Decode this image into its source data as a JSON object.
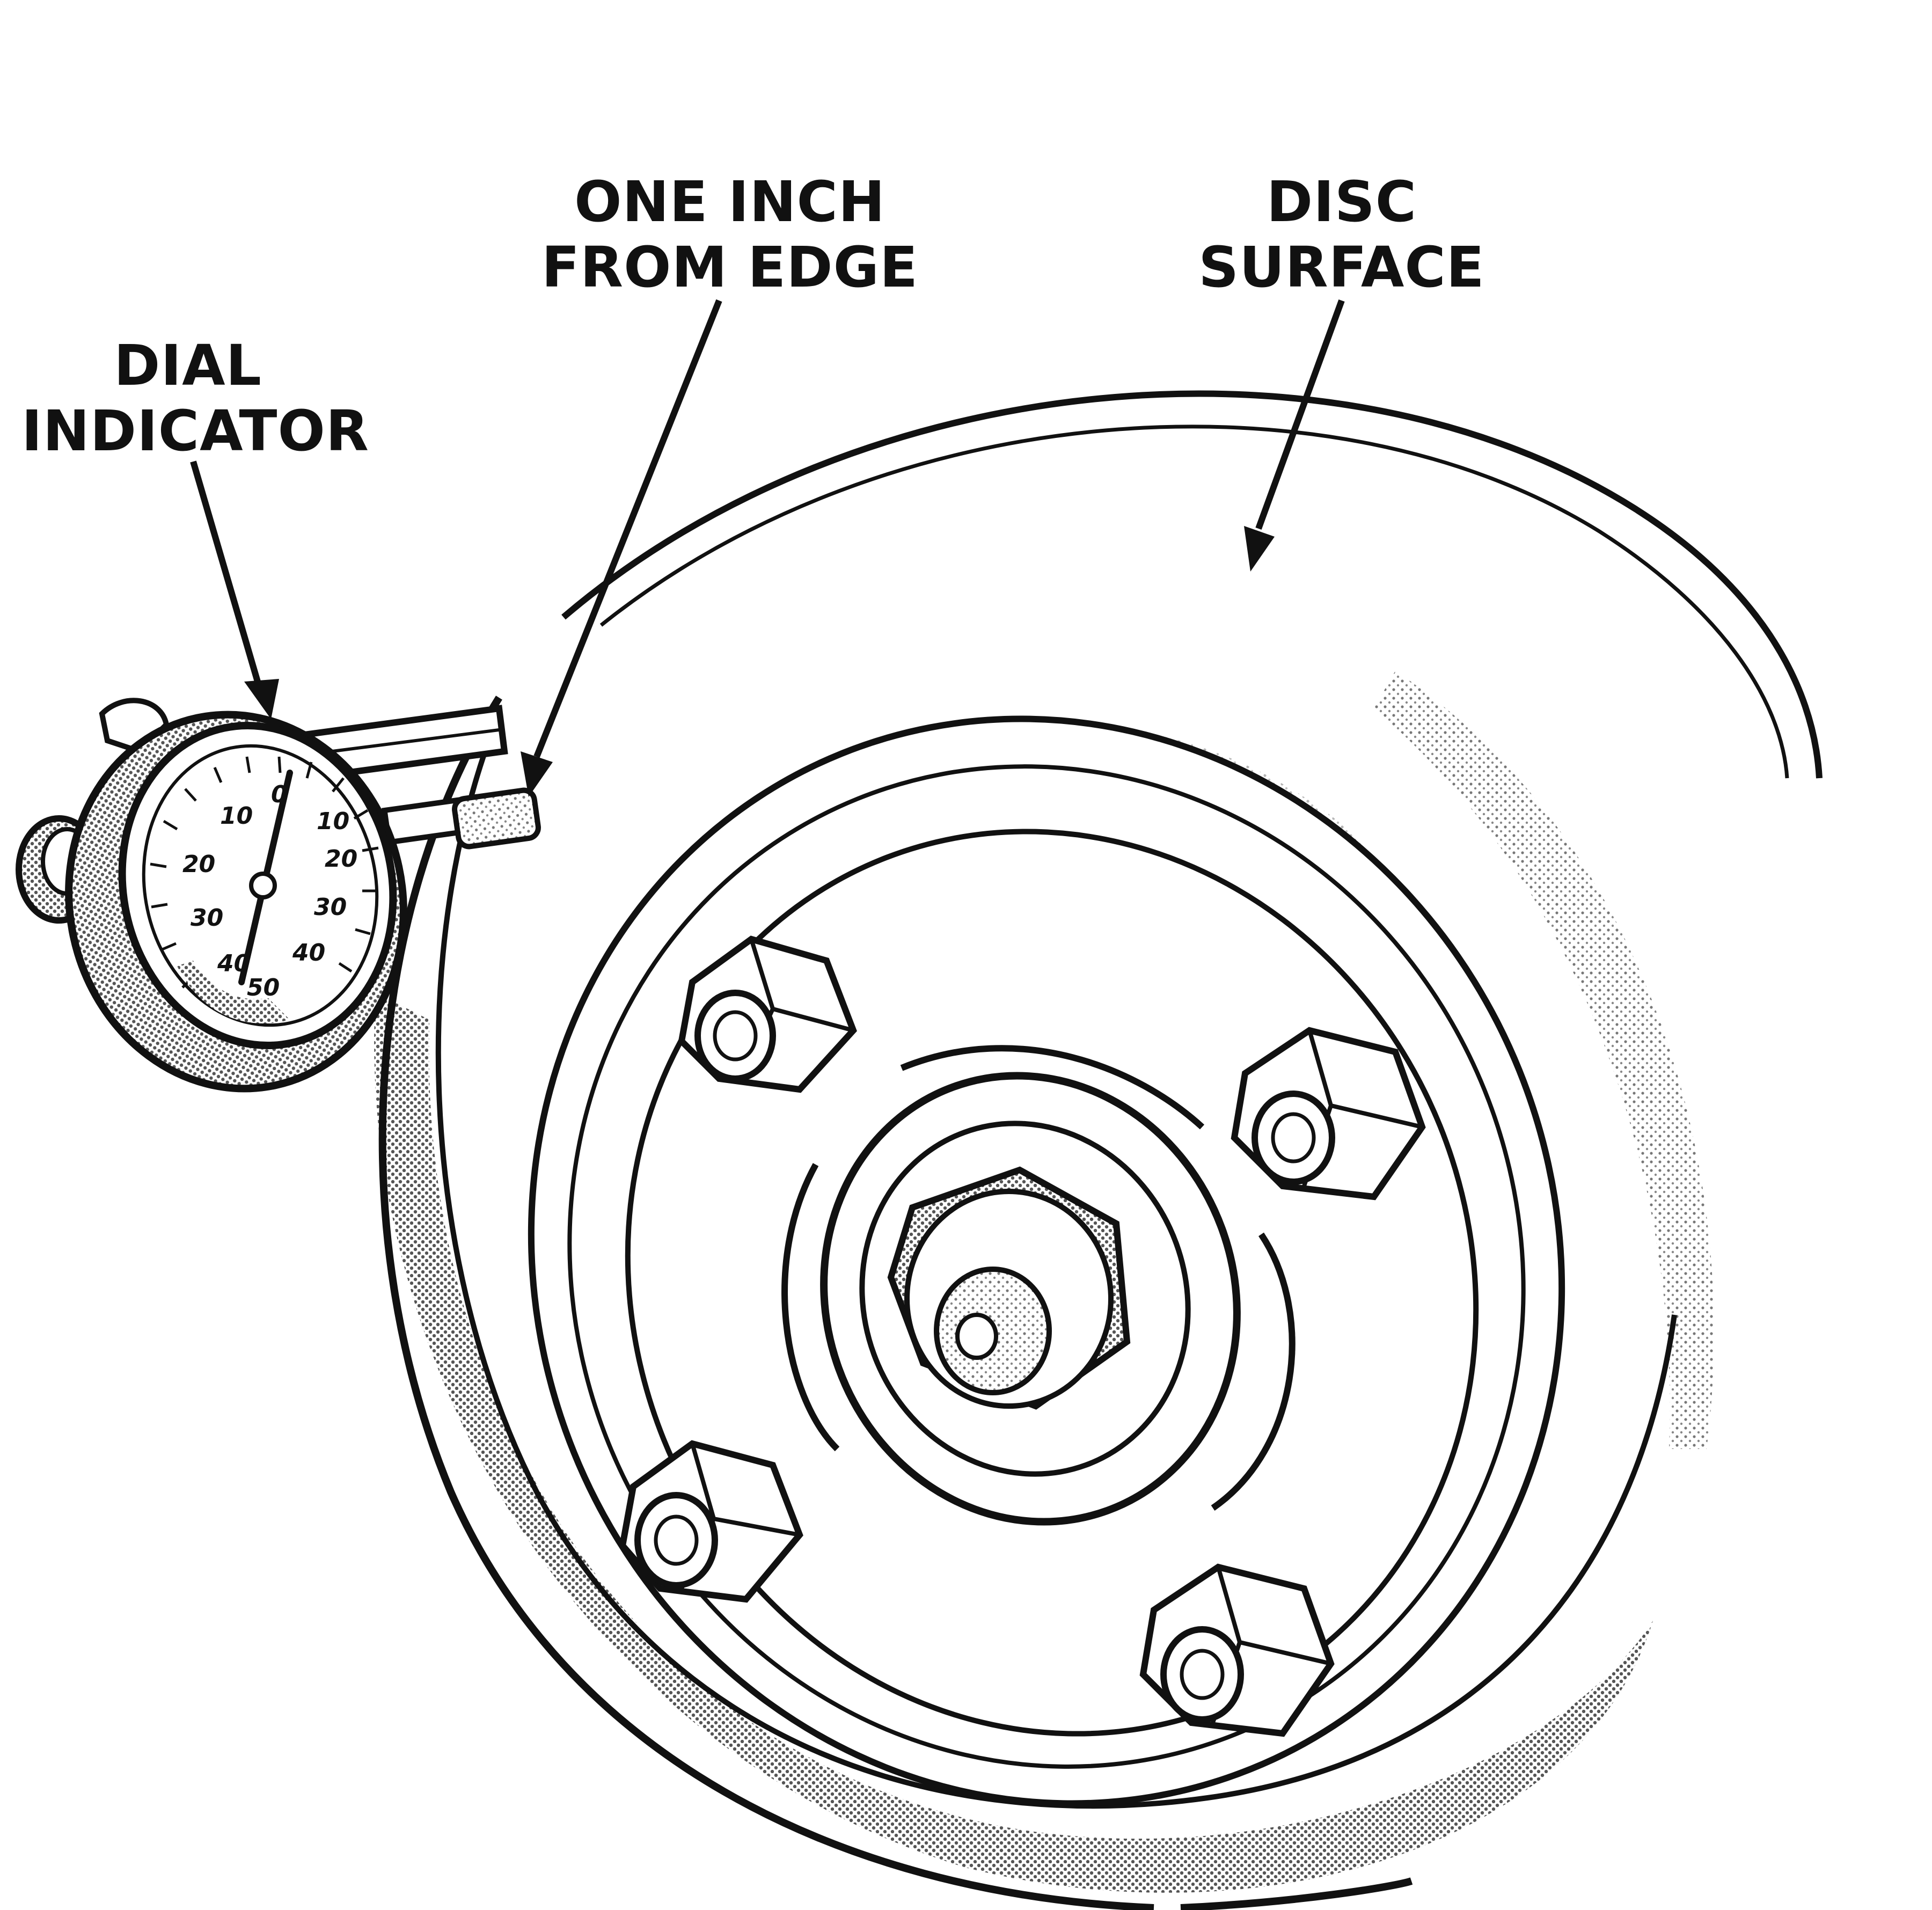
{
  "labels": {
    "dial_indicator": {
      "line1": "DIAL",
      "line2": "INDICATOR"
    },
    "one_inch": {
      "line1": "ONE INCH",
      "line2": "FROM EDGE"
    },
    "disc_surface": {
      "line1": "DISC",
      "line2": "SURFACE"
    }
  },
  "dial_face": {
    "ticks": [
      "0",
      "10",
      "20",
      "30",
      "40",
      "10",
      "20",
      "30",
      "40",
      "50"
    ]
  },
  "colors": {
    "ink": "#111111",
    "shade": "#8a8a8a",
    "paper": "#ffffff"
  }
}
